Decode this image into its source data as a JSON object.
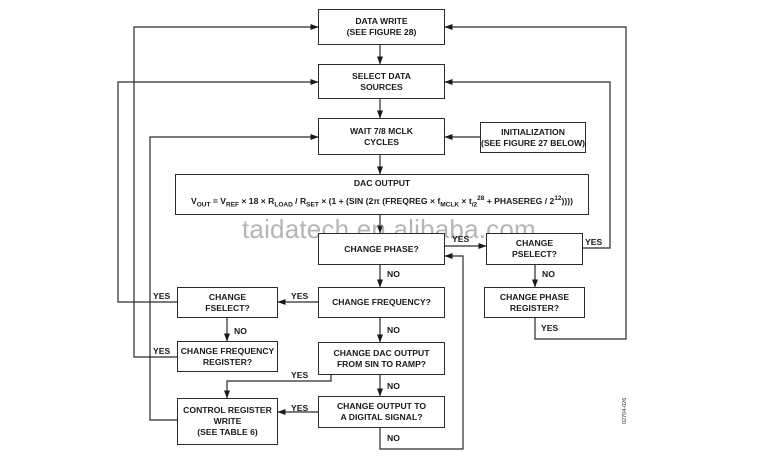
{
  "nodes": {
    "data_write": [
      "DATA WRITE",
      "(SEE FIGURE 28)"
    ],
    "select_data_sources": [
      "SELECT DATA",
      "SOURCES"
    ],
    "wait_mclk": [
      "WAIT 7/8 MCLK",
      "CYCLES"
    ],
    "initialization": [
      "INITIALIZATION",
      "(SEE FIGURE 27 BELOW)"
    ],
    "dac_output": {
      "title": "DAC OUTPUT",
      "formula": {
        "vout": "V",
        "vout_sub": "OUT",
        "eq": " = V",
        "vref_sub": "REF",
        "part1": " × 18 × R",
        "rload_sub": "LOAD",
        "part2": " / R",
        "rset_sub": "SET",
        "part3": " × (1 + (SIN (2π (FREQREG × f",
        "fmclk_sub": "MCLK",
        "part4": " × t",
        "t_sub": "/2",
        "pow28": "28",
        "part5": " + PHASEREG / 2",
        "pow12": "12",
        "part6": "))))"
      }
    },
    "change_phase": [
      "CHANGE PHASE?"
    ],
    "change_pselect": [
      "CHANGE",
      "PSELECT?"
    ],
    "change_phase_register": [
      "CHANGE PHASE",
      "REGISTER?"
    ],
    "change_frequency": [
      "CHANGE FREQUENCY?"
    ],
    "change_fselect": [
      "CHANGE",
      "FSELECT?"
    ],
    "change_frequency_register": [
      "CHANGE FREQUENCY",
      "REGISTER?"
    ],
    "change_dac_output": [
      "CHANGE DAC OUTPUT",
      "FROM SIN TO RAMP?"
    ],
    "control_register_write": [
      "CONTROL REGISTER",
      "WRITE",
      "(SEE TABLE 6)"
    ],
    "change_output_digital": [
      "CHANGE OUTPUT TO",
      "A DIGITAL SIGNAL?"
    ]
  },
  "edge_labels": {
    "yes": "YES",
    "no": "NO"
  },
  "watermark": "taidatech.en.alibaba.com",
  "figure_code": "02704-026"
}
